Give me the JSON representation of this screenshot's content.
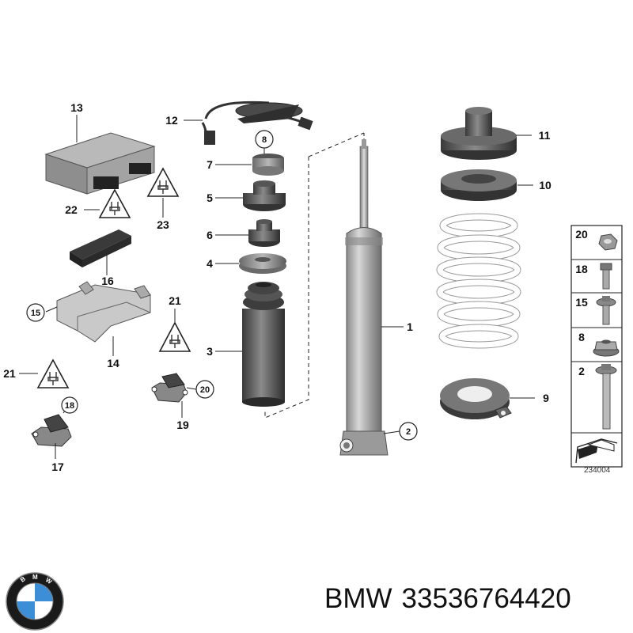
{
  "labels": {
    "l1": "1",
    "l2": "2",
    "l3": "3",
    "l4": "4",
    "l5": "5",
    "l6": "6",
    "l7": "7",
    "l8": "8",
    "l9": "9",
    "l10": "10",
    "l11": "11",
    "l12": "12",
    "l13": "13",
    "l14": "14",
    "l15": "15",
    "l16": "16",
    "l17": "17",
    "l18": "18",
    "l19": "19",
    "l20": "20",
    "l21a": "21",
    "l21b": "21",
    "l22": "22",
    "l23": "23"
  },
  "table": {
    "rows": [
      "20",
      "18",
      "15",
      "8",
      "2"
    ]
  },
  "diagram_number": "234004",
  "footer": {
    "brand": "BMW",
    "part_number": "33536764420"
  },
  "logo": {
    "text": "BMW",
    "colors": {
      "blue": "#3c8fd6",
      "ring": "#1a1a1a"
    }
  }
}
